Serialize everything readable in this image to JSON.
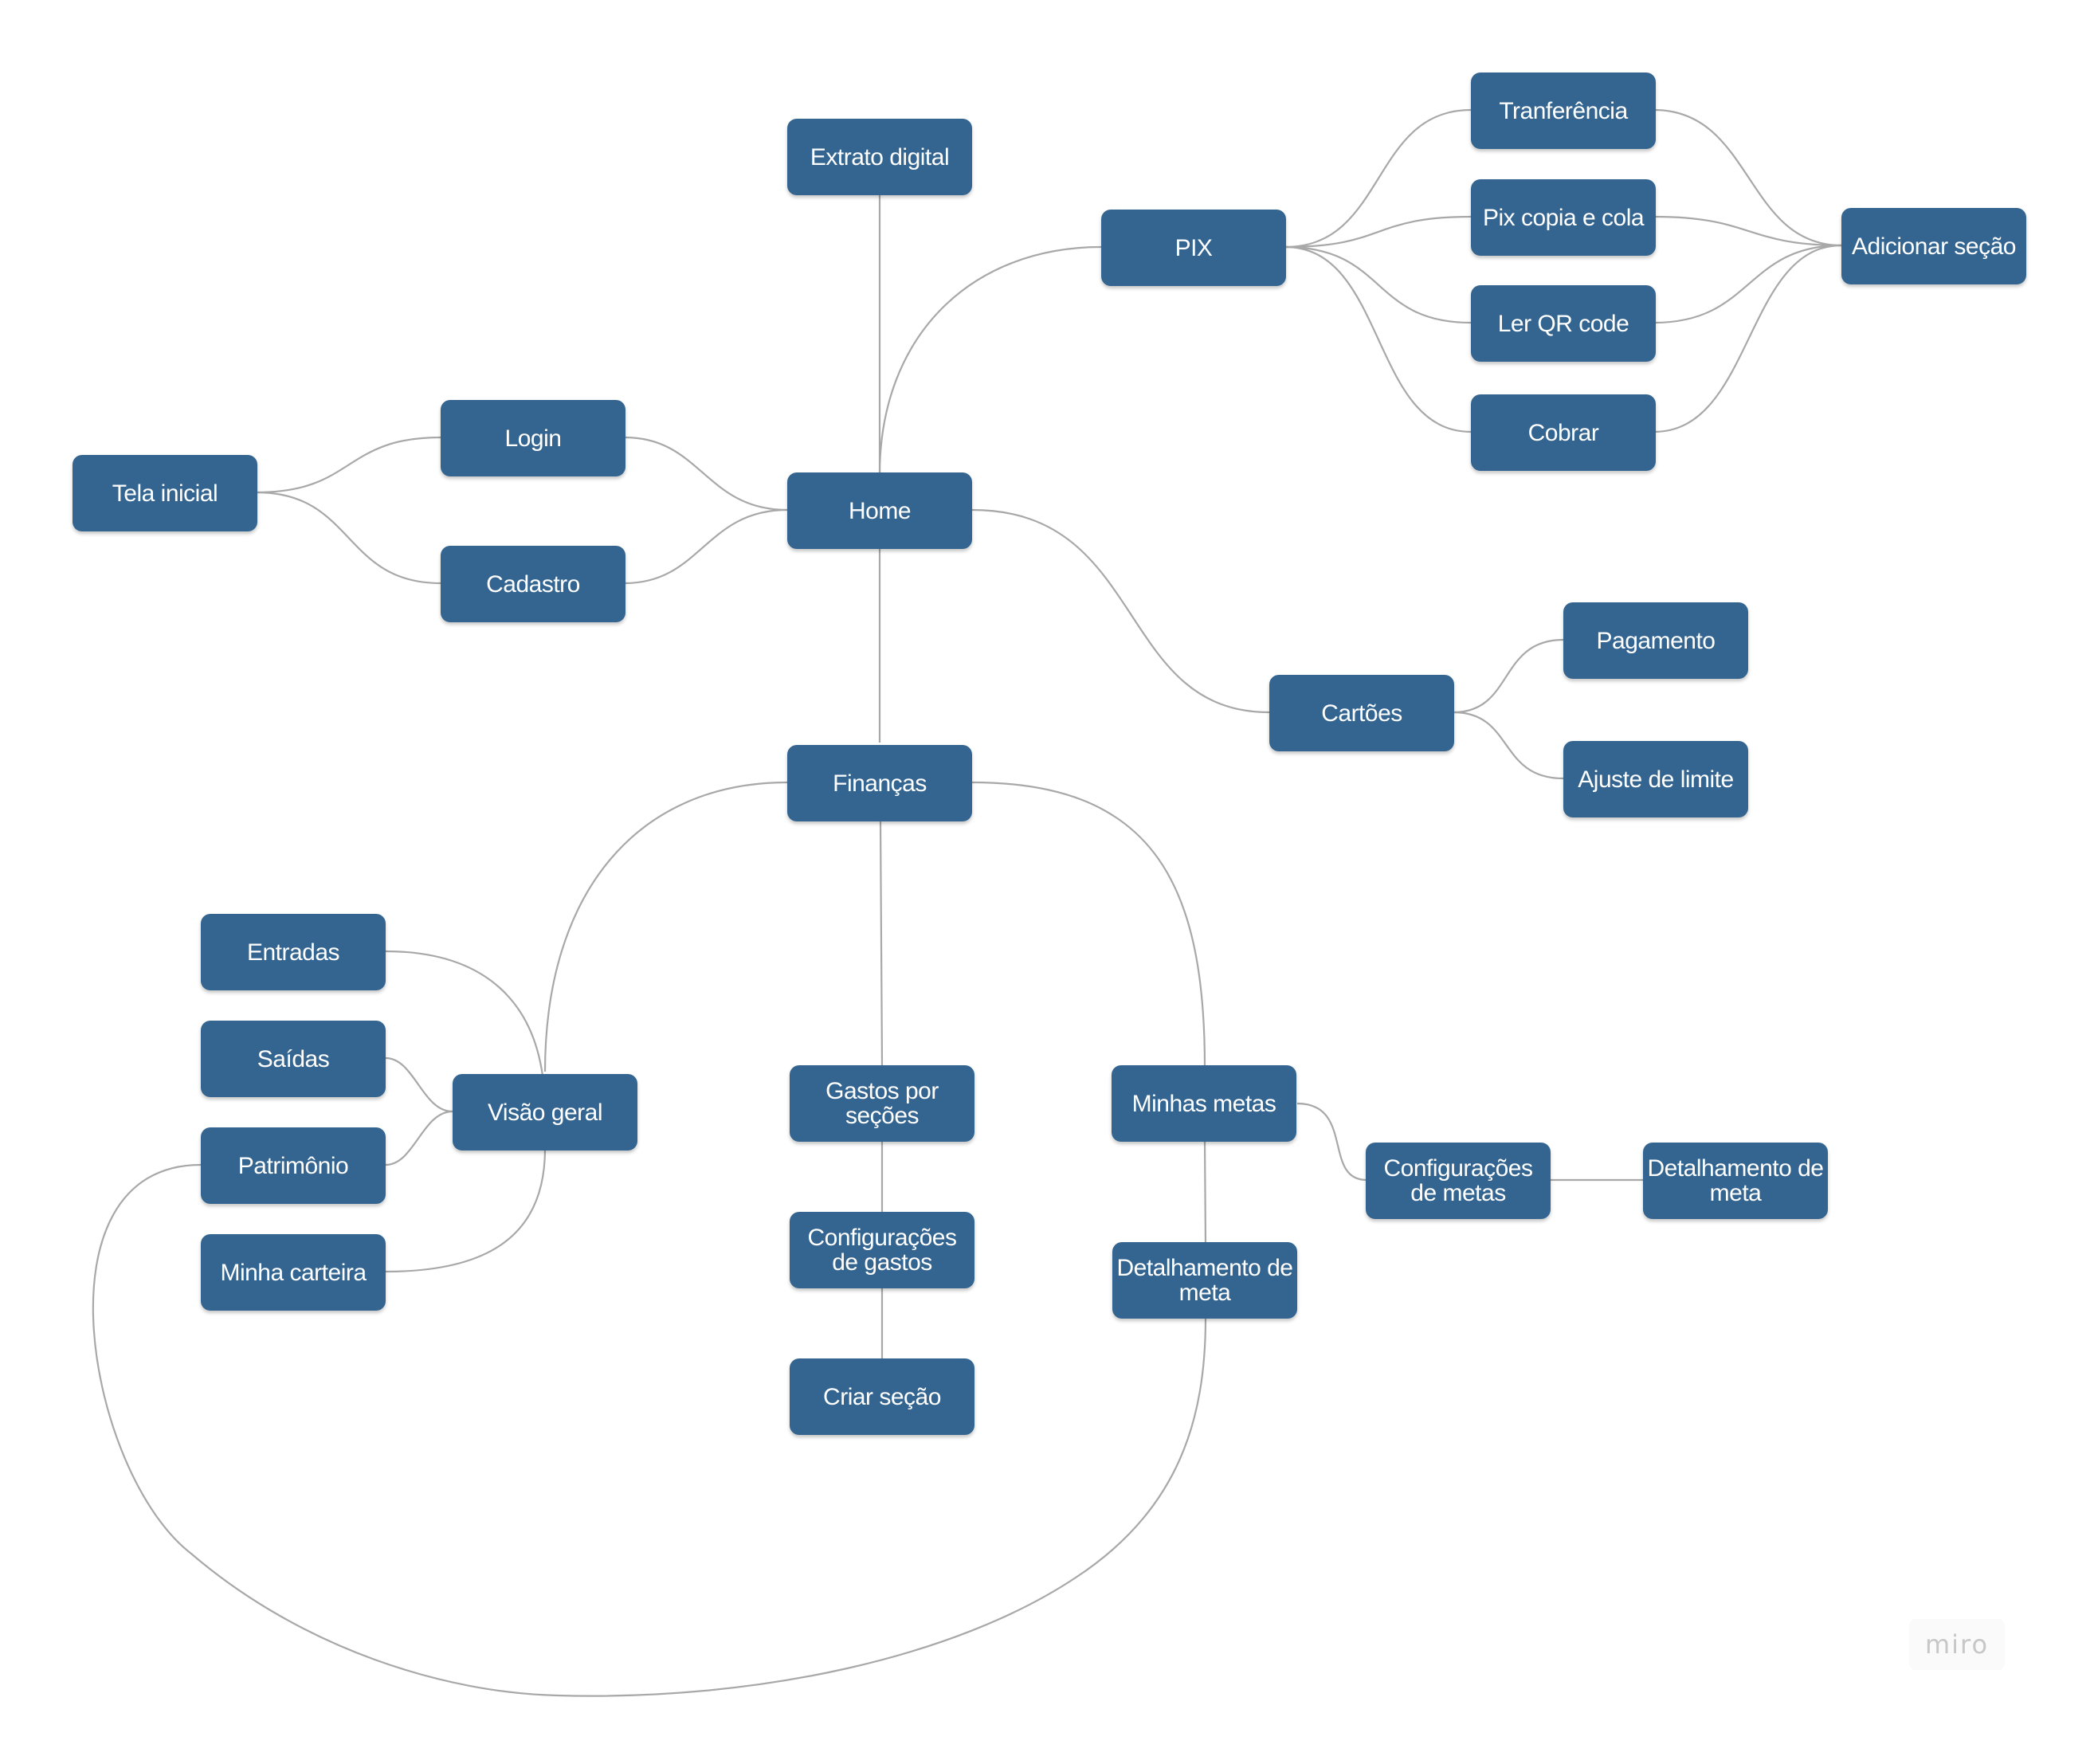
{
  "nodes": {
    "tela_inicial": "Tela inicial",
    "login": "Login",
    "cadastro": "Cadastro",
    "home": "Home",
    "extrato_digital": "Extrato digital",
    "pix": "PIX",
    "tranferencia": "Tranferência",
    "pix_copia_e_cola": "Pix copia e cola",
    "ler_qr_code": "Ler QR code",
    "cobrar": "Cobrar",
    "adicionar_secao": "Adicionar seção",
    "cartoes": "Cartões",
    "pagamento": "Pagamento",
    "ajuste_de_limite": "Ajuste de limite",
    "financas": "Finanças",
    "visao_geral": "Visão geral",
    "entradas": "Entradas",
    "saidas": "Saídas",
    "patrimonio": "Patrimônio",
    "minha_carteira": "Minha carteira",
    "gastos_por_secoes": "Gastos por seções",
    "configuracoes_de_gastos": "Configurações de gastos",
    "criar_secao": "Criar seção",
    "minhas_metas": "Minhas metas",
    "configuracoes_de_metas": "Configurações de metas",
    "detalhamento_de_meta_1": "Detalhamento de meta",
    "detalhamento_de_meta_2": "Detalhamento de meta"
  },
  "edges": [
    [
      "tela_inicial",
      "login"
    ],
    [
      "tela_inicial",
      "cadastro"
    ],
    [
      "login",
      "home"
    ],
    [
      "cadastro",
      "home"
    ],
    [
      "home",
      "extrato_digital"
    ],
    [
      "home",
      "pix"
    ],
    [
      "pix",
      "tranferencia"
    ],
    [
      "pix",
      "pix_copia_e_cola"
    ],
    [
      "pix",
      "ler_qr_code"
    ],
    [
      "pix",
      "cobrar"
    ],
    [
      "tranferencia",
      "adicionar_secao"
    ],
    [
      "pix_copia_e_cola",
      "adicionar_secao"
    ],
    [
      "ler_qr_code",
      "adicionar_secao"
    ],
    [
      "cobrar",
      "adicionar_secao"
    ],
    [
      "home",
      "cartoes"
    ],
    [
      "cartoes",
      "pagamento"
    ],
    [
      "cartoes",
      "ajuste_de_limite"
    ],
    [
      "home",
      "financas"
    ],
    [
      "financas",
      "visao_geral"
    ],
    [
      "visao_geral",
      "entradas"
    ],
    [
      "visao_geral",
      "saidas"
    ],
    [
      "visao_geral",
      "patrimonio"
    ],
    [
      "visao_geral",
      "minha_carteira"
    ],
    [
      "financas",
      "gastos_por_secoes"
    ],
    [
      "gastos_por_secoes",
      "configuracoes_de_gastos"
    ],
    [
      "configuracoes_de_gastos",
      "criar_secao"
    ],
    [
      "financas",
      "minhas_metas"
    ],
    [
      "minhas_metas",
      "configuracoes_de_metas"
    ],
    [
      "configuracoes_de_metas",
      "detalhamento_de_meta_1"
    ],
    [
      "minhas_metas",
      "detalhamento_de_meta_2"
    ],
    [
      "patrimonio",
      "detalhamento_de_meta_2"
    ]
  ],
  "watermark": "miro",
  "colors": {
    "node_fill": "#336590",
    "node_text": "#ffffff",
    "connector": "#a8a8a8",
    "background": "#ffffff"
  }
}
